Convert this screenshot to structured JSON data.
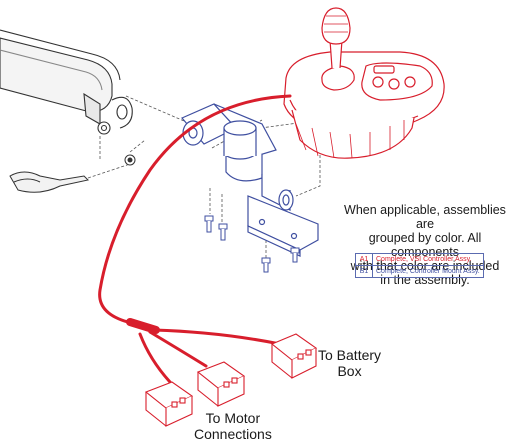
{
  "note": {
    "lines": [
      "When applicable, assemblies are",
      "grouped by color. All components",
      "with that color are included",
      "in the assembly."
    ]
  },
  "legend": [
    {
      "code": "A1",
      "description": "Complete, VSI Controller Assy.",
      "color": "#d81e2c"
    },
    {
      "code": "B1",
      "description": "Complete, Controller Mount Assy.",
      "color": "#3f4fa0"
    }
  ],
  "labels": {
    "battery": [
      "To Battery",
      "Box"
    ],
    "motor": [
      "To Motor",
      "Connections"
    ]
  },
  "colors": {
    "assembly_a1": "#d81e2c",
    "assembly_b1": "#3f4fa0",
    "line_art": "#333333"
  }
}
